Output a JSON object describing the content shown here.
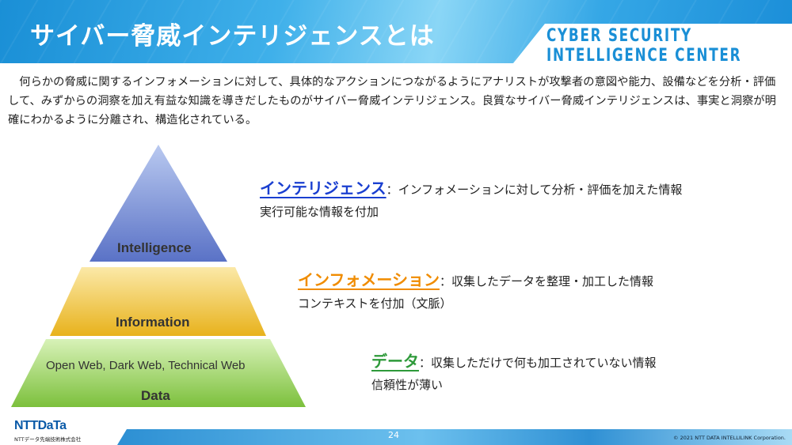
{
  "header": {
    "title": "サイバー脅威インテリジェンスとは",
    "badge_line1": "CYBER SECURITY",
    "badge_line2": "INTELLIGENCE CENTER"
  },
  "intro": "　何らかの脅威に関するインフォメーションに対して、具体的なアクションにつながるようにアナリストが攻撃者の意図や能力、設備などを分析・評価して、みずからの洞察を加え有益な知識を導きだしたものがサイバー脅威インテリジェンス。良質なサイバー脅威インテリジェンスは、事実と洞察が明確にわかるように分離され、構造化されている。",
  "pyramid": {
    "intelligence": "Intelligence",
    "information": "Information",
    "data_sub": "Open Web, Dark Web, Technical Web",
    "data": "Data"
  },
  "definitions": [
    {
      "term": "インテリジェンス",
      "text": "：インフォメーションに対して分析・評価を加えた情報",
      "note": "実行可能な情報を付加",
      "color": "#1a3fd0"
    },
    {
      "term": "インフォメーション",
      "text": "：収集したデータを整理・加工した情報",
      "note": "コンテキストを付加（文脈）",
      "color": "#f08c00"
    },
    {
      "term": "データ",
      "text": "：収集しただけで何も加工されていない情報",
      "note": "信頼性が薄い",
      "color": "#2e9a3a"
    }
  ],
  "footer": {
    "page": "24",
    "copyright": "© 2021 NTT DATA INTELLILINK Corporation.",
    "logo": "NTTDaTa",
    "company": "NTTデータ先端技術株式会社"
  }
}
